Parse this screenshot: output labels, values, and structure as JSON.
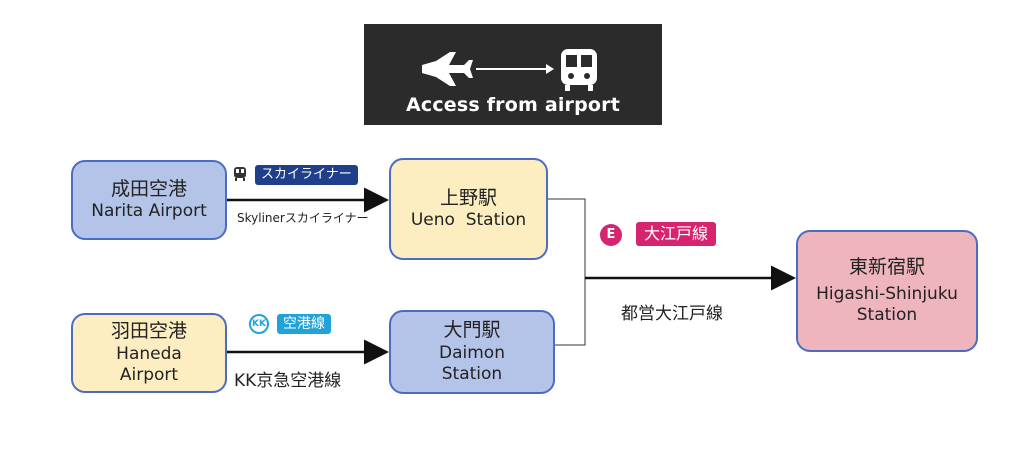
{
  "banner": {
    "caption": "Access from airport",
    "plane_icon": "airplane-icon",
    "train_icon": "train-icon"
  },
  "nodes": {
    "narita": {
      "ja": "成田空港",
      "en": "Narita Airport"
    },
    "ueno": {
      "ja": "上野駅",
      "en": "Ueno  Station"
    },
    "haneda": {
      "ja": "羽田空港",
      "en1": "Haneda",
      "en2": "Airport"
    },
    "daimon": {
      "ja": "大門駅",
      "en1": "Daimon",
      "en2": "Station"
    },
    "higashi": {
      "ja": "東新宿駅",
      "en1": "Higashi-Shinjuku",
      "en2": "Station"
    }
  },
  "routes": {
    "skyliner": {
      "badge": "スカイライナー",
      "label": "Skylinerスカイライナー",
      "icon": "train-icon",
      "color": "#1f3f8a"
    },
    "keikyu": {
      "badge_mark": "KK",
      "badge": "空港線",
      "label": "KK京急空港線",
      "color": "#1fa3d8"
    },
    "oedo": {
      "badge_mark": "E",
      "badge": "大江戸線",
      "label": "都営大江戸線",
      "color": "#d6246e"
    }
  }
}
